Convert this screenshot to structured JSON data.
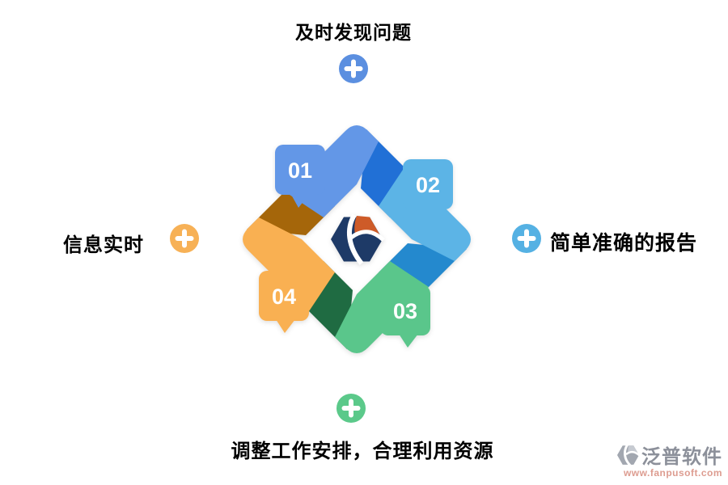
{
  "diagram": {
    "top_label": "及时发现问题",
    "left_label": "信息实时",
    "right_label": "简单准确的报告",
    "bottom_label": "调整工作安排，合理利用资源",
    "steps": [
      {
        "num": "01",
        "position": "top-left",
        "color": "#6397E7",
        "fold_color": "#2170D6"
      },
      {
        "num": "02",
        "position": "right",
        "color": "#5CB4E6",
        "fold_color": "#2489CE"
      },
      {
        "num": "03",
        "position": "bottom-right",
        "color": "#5AC68B",
        "fold_color": "#1F6B42"
      },
      {
        "num": "04",
        "position": "left",
        "color": "#F9B052",
        "fold_color": "#A5660A"
      }
    ],
    "plus_icons": [
      {
        "position": "top",
        "color": "#5B8FE0"
      },
      {
        "position": "left",
        "color": "#F7B156"
      },
      {
        "position": "right",
        "color": "#55B1E3"
      },
      {
        "position": "bottom",
        "color": "#5BC98A"
      }
    ],
    "center_logo": {
      "hex_color": "#1E3A67",
      "swoosh_color": "#CE5B28"
    }
  },
  "watermark": {
    "brand": "泛普软件",
    "url": "www.fanpusoft.com",
    "brand_color": "#8C909A",
    "url_color": "#DD9C90"
  }
}
